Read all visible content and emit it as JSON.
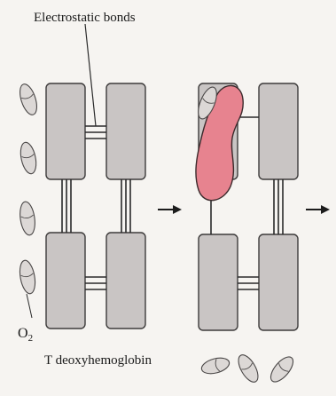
{
  "labels": {
    "bond_label": "Electrostatic bonds",
    "molecule_label": "T deoxyhemoglobin",
    "o2_main": "O",
    "o2_sub": "2"
  },
  "colors": {
    "subunit_fill": "#c9c5c4",
    "effector_fill": "#e7838f",
    "background": "#f6f4f1"
  },
  "icons": {
    "oxygen": "oxygen-molecule-icon",
    "arrow": "right-arrow-icon"
  }
}
